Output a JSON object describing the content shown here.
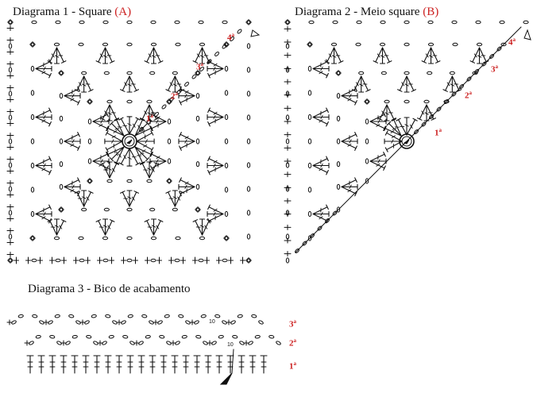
{
  "diagram1": {
    "title_main": "Diagrama 1 - Square",
    "title_paren": "(A)",
    "rounds": [
      {
        "num": "1",
        "suffix": "a"
      },
      {
        "num": "2",
        "suffix": "a"
      },
      {
        "num": "3",
        "suffix": "a"
      },
      {
        "num": "4",
        "suffix": "a"
      }
    ]
  },
  "diagram2": {
    "title_main": "Diagrama 2 - Meio square",
    "title_paren": "(B)",
    "rounds": [
      {
        "num": "1",
        "suffix": "a"
      },
      {
        "num": "2",
        "suffix": "a"
      },
      {
        "num": "3",
        "suffix": "a"
      },
      {
        "num": "4",
        "suffix": "a"
      }
    ]
  },
  "diagram3": {
    "title_main": "Diagrama 3 - Bico de acabamento",
    "rows": [
      {
        "num": "1",
        "suffix": "a"
      },
      {
        "num": "2",
        "suffix": "a"
      },
      {
        "num": "3",
        "suffix": "a"
      }
    ],
    "chain_count": "10"
  },
  "colors": {
    "ink": "#111111",
    "round_label": "#cc1f1f"
  },
  "symbols": [
    "double-crochet",
    "chain-stitch",
    "single-crochet",
    "slip-stitch",
    "magic-ring",
    "start-arrow",
    "end-marker"
  ]
}
